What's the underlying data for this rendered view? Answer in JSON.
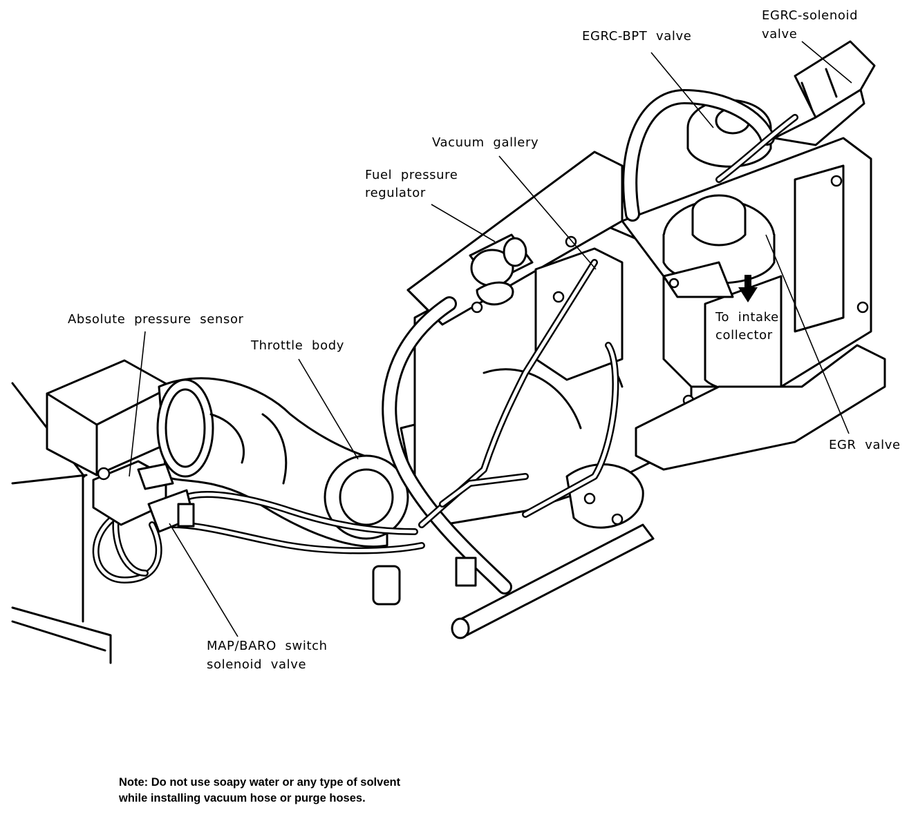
{
  "labels": {
    "egrc_solenoid_line1": "EGRC-solenoid",
    "egrc_solenoid_line2": "valve",
    "egrc_bpt": "EGRC-BPT  valve",
    "vacuum_gallery": "Vacuum  gallery",
    "fuel_regulator_line1": "Fuel  pressure",
    "fuel_regulator_line2": "regulator",
    "absolute_pressure": "Absolute  pressure  sensor",
    "throttle_body": "Throttle  body",
    "to_intake_line1": "To  intake",
    "to_intake_line2": "collector",
    "egr_valve": "EGR  valve",
    "map_baro_line1": "MAP/BARO  switch",
    "map_baro_line2": "solenoid  valve"
  },
  "note": {
    "line1": "Note: Do not use soapy water or any type of solvent",
    "line2": "while installing vacuum hose or purge hoses."
  }
}
